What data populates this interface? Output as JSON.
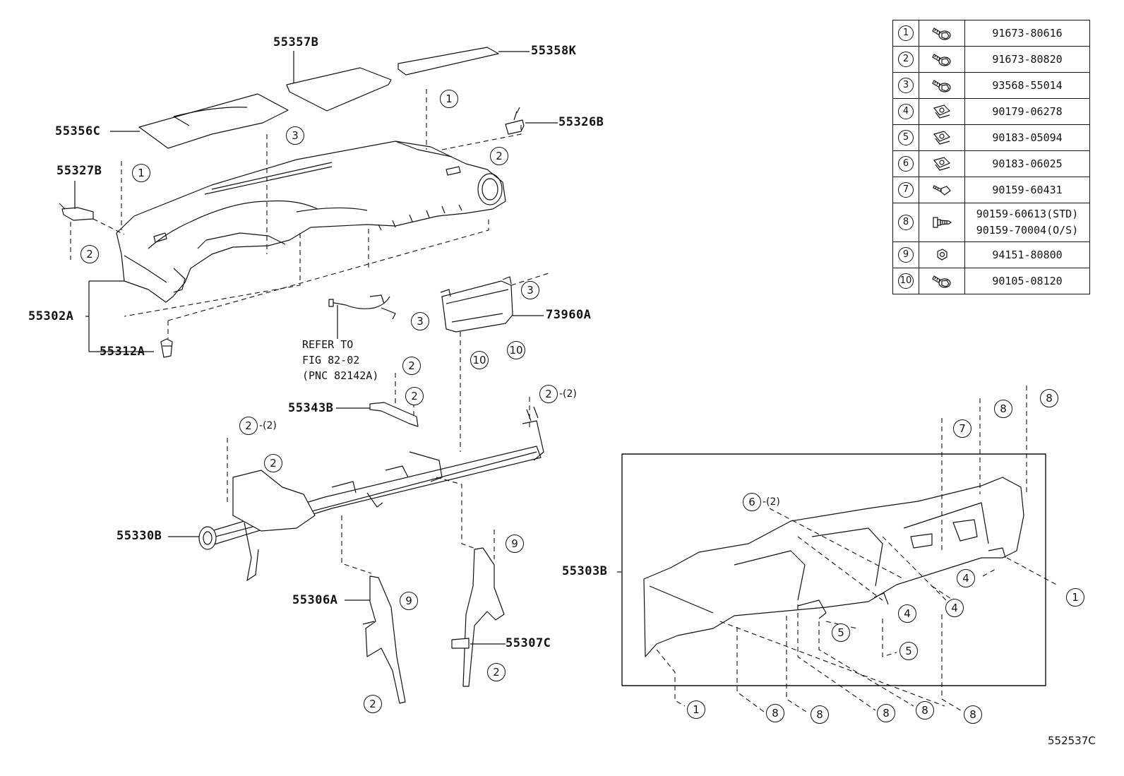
{
  "parts_table": [
    {
      "no": "1",
      "icon": "bolt-washer-icon",
      "part_numbers": [
        "91673-80616"
      ]
    },
    {
      "no": "2",
      "icon": "bolt-washer-icon",
      "part_numbers": [
        "91673-80820"
      ]
    },
    {
      "no": "3",
      "icon": "bolt-washer-icon",
      "part_numbers": [
        "93568-55014"
      ]
    },
    {
      "no": "4",
      "icon": "clip-nut-icon",
      "part_numbers": [
        "90179-06278"
      ]
    },
    {
      "no": "5",
      "icon": "clip-nut-icon",
      "part_numbers": [
        "90183-05094"
      ]
    },
    {
      "no": "6",
      "icon": "clip-nut-icon",
      "part_numbers": [
        "90183-06025"
      ]
    },
    {
      "no": "7",
      "icon": "screw-icon",
      "part_numbers": [
        "90159-60431"
      ]
    },
    {
      "no": "8",
      "icon": "tapping-screw-icon",
      "part_numbers": [
        "90159-60613(STD)",
        "90159-70004(O/S)"
      ]
    },
    {
      "no": "9",
      "icon": "nut-icon",
      "part_numbers": [
        "94151-80800"
      ]
    },
    {
      "no": "10",
      "icon": "bolt-washer-icon",
      "part_numbers": [
        "90105-08120"
      ]
    }
  ],
  "part_labels": [
    {
      "id": "55357B",
      "text": "55357B"
    },
    {
      "id": "55358K",
      "text": "55358K"
    },
    {
      "id": "55356C",
      "text": "55356C"
    },
    {
      "id": "55326B",
      "text": "55326B"
    },
    {
      "id": "55327B",
      "text": "55327B"
    },
    {
      "id": "55302A",
      "text": "55302A"
    },
    {
      "id": "55312A",
      "text": "55312A"
    },
    {
      "id": "73960A",
      "text": "73960A"
    },
    {
      "id": "55343B",
      "text": "55343B"
    },
    {
      "id": "55330B",
      "text": "55330B"
    },
    {
      "id": "55306A",
      "text": "55306A"
    },
    {
      "id": "55307C",
      "text": "55307C"
    },
    {
      "id": "55303B",
      "text": "55303B"
    }
  ],
  "reference_note": [
    "REFER TO",
    "FIG 82-02",
    "(PNC 82142A)"
  ],
  "quantity_marks": [
    "-(2)",
    "-(2)",
    "-(2)"
  ],
  "figure_code": "552537C",
  "callouts": [
    "1",
    "3",
    "1",
    "2",
    "2",
    "3",
    "3",
    "3",
    "10",
    "10",
    "2",
    "2",
    "2",
    "2",
    "9",
    "9",
    "2",
    "2",
    "2",
    "8",
    "8",
    "7",
    "6",
    "4",
    "1",
    "4",
    "4",
    "5",
    "5",
    "1",
    "8",
    "8",
    "8",
    "8",
    "8"
  ],
  "colors": {
    "ink": "#111111",
    "paper": "#ffffff"
  }
}
